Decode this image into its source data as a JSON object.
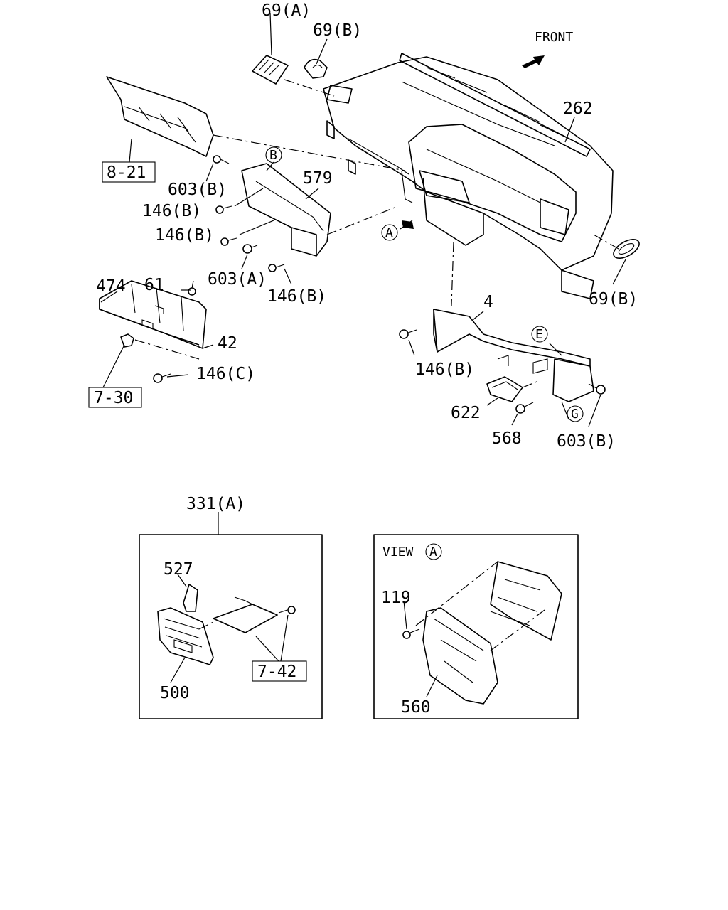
{
  "labels": {
    "p69a": "69(A)",
    "p69b_top": "69(B)",
    "front": "FRONT",
    "p262": "262",
    "p8_21": "8-21",
    "pB": "B",
    "p579": "579",
    "p603b_left": "603(B)",
    "p146b_1": "146(B)",
    "p146b_2": "146(B)",
    "p603a": "603(A)",
    "p146b_3": "146(B)",
    "pA": "A",
    "p69b_right": "69(B)",
    "p474": "474",
    "p61": "61",
    "p42": "42",
    "p146c": "146(C)",
    "p7_30": "7-30",
    "p4": "4",
    "pE": "E",
    "p146b_4": "146(B)",
    "p622": "622",
    "p568": "568",
    "pG": "G",
    "p603b_right": "603(B)",
    "p331a": "331(A)",
    "p527": "527",
    "p500": "500",
    "p7_42": "7-42",
    "view": "VIEW",
    "view_letter": "A",
    "p119": "119",
    "p560": "560"
  }
}
